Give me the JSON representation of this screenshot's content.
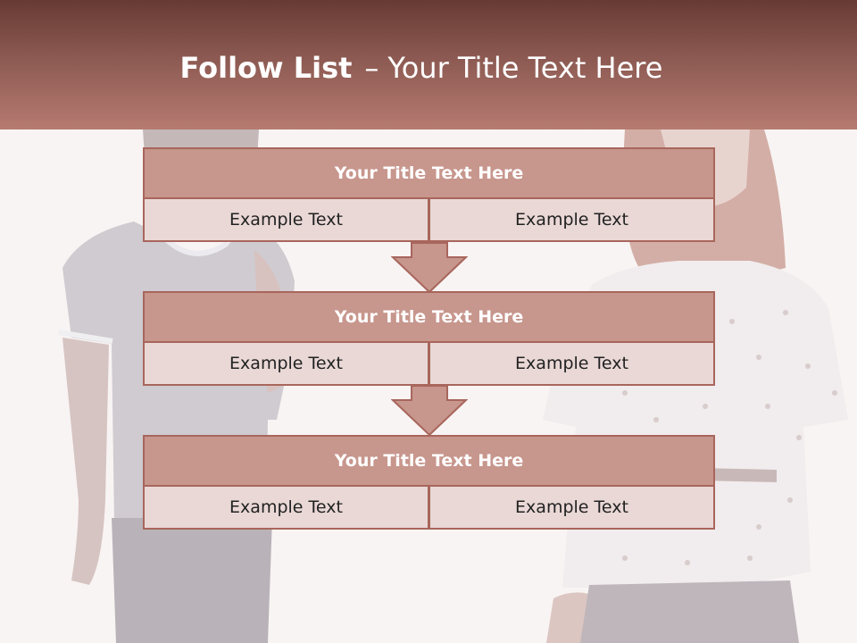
{
  "header": {
    "title_bold": "Follow List",
    "title_separator": "–",
    "title_rest": "Your Title Text Here"
  },
  "steps": [
    {
      "title": "Your Title Text Here",
      "left": "Example Text",
      "right": "Example Text"
    },
    {
      "title": "Your Title Text Here",
      "left": "Example Text",
      "right": "Example Text"
    },
    {
      "title": "Your Title Text Here",
      "left": "Example Text",
      "right": "Example Text"
    }
  ],
  "colors": {
    "header_top": "#673a33",
    "header_bottom": "#b67a70",
    "box_fill": "#c7968d",
    "cell_fill": "#e9d8d6",
    "border": "#a8665c",
    "arrow_fill": "#c7968d"
  }
}
